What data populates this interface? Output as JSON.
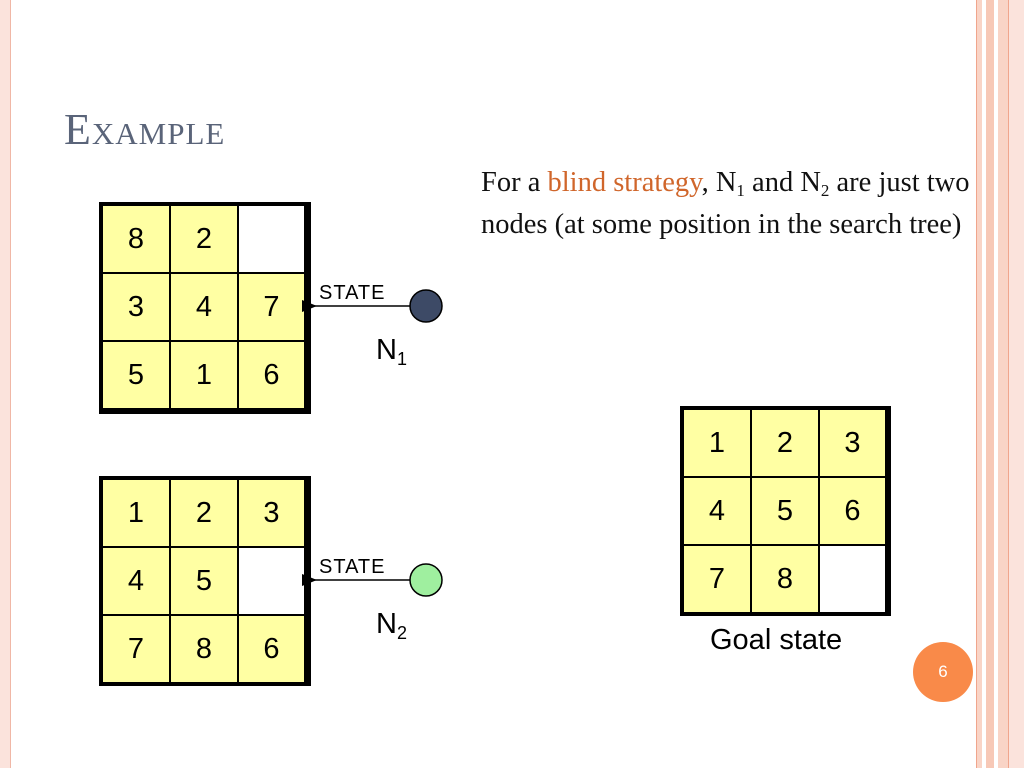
{
  "slide": {
    "title": "Example",
    "text_before": "For a ",
    "text_highlight": "blind strategy",
    "text_after_1": ", N",
    "sub_1": "1",
    "text_after_2": " and N",
    "sub_2": "2",
    "text_after_3": " are just two nodes (at some position in the search tree)",
    "page_number": "6",
    "highlight_color": "#d0662b"
  },
  "n1": {
    "cells": [
      "8",
      "2",
      "",
      "3",
      "4",
      "7",
      "5",
      "1",
      "6"
    ],
    "state_label": "STATE",
    "node_letter": "N",
    "node_sub": "1",
    "node_color": "#3d4a66"
  },
  "n2": {
    "cells": [
      "1",
      "2",
      "3",
      "4",
      "5",
      "",
      "7",
      "8",
      "6"
    ],
    "state_label": "STATE",
    "node_letter": "N",
    "node_sub": "2",
    "node_color": "#9fef9f"
  },
  "goal": {
    "cells": [
      "1",
      "2",
      "3",
      "4",
      "5",
      "6",
      "7",
      "8",
      ""
    ],
    "label": "Goal state"
  }
}
